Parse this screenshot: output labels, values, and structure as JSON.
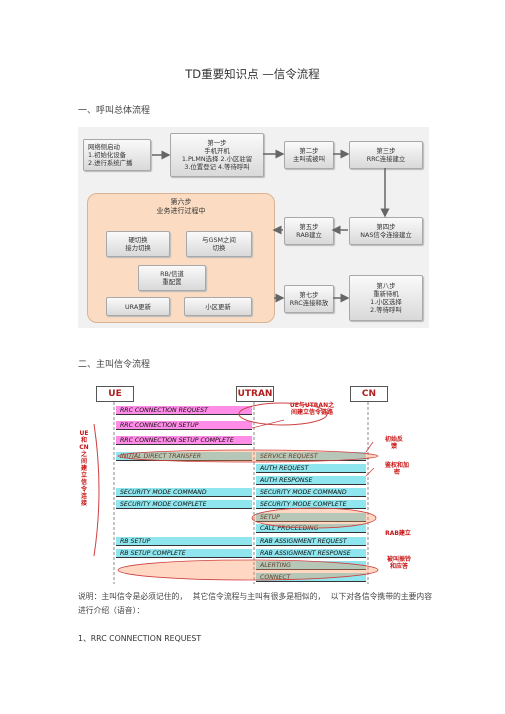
{
  "title": "TD重要知识点 —信令流程",
  "section1": "一、呼叫总体流程",
  "section2": "二、主叫信令流程",
  "flow": {
    "box_init": "网络侧启动\n1.初始化设备\n2.进行系统广播",
    "box_step1": "第一步\n手机开机\n1.PLMN选择 2.小区驻留\n3.位置登记   4.等待呼叫",
    "box_step2": "第二步\n主叫或被叫",
    "box_step3": "第三步\nRRC连接建立",
    "step6_title": "第六步\n业务进行过程中",
    "box_handover": "硬切换\n接力切换",
    "box_gsm": "与GSM之间\n切换",
    "box_rb": "RB/信道\n重配置",
    "box_ura": "URA更新",
    "box_cell": "小区更新",
    "box_step5": "第五步\nRAB建立",
    "box_step4": "第四步\nNAS信令连接建立",
    "box_step7": "第七步\nRRC连接释放",
    "box_step8": "第八步\n重新待机\n1.小区选择\n2.等待呼叫"
  },
  "seq": {
    "ue": "UE",
    "utran": "UTRAN",
    "cn": "CN",
    "left_note": "UE\n和\nCN\n之\n间\n建\n立\n信\n令\n连\n接",
    "note_rrc": "UE与UTRAN之\n间建立信令链路",
    "note_init": "初始反\n馈",
    "note_auth": "鉴权和加\n密",
    "note_rab": "RAB建立",
    "note_alert": "被叫振铃\n和应答",
    "m1": "RRC CONNECTION REQUEST",
    "m2": "RRC CONNECTION SETUP",
    "m3": "RRC CONNECTION SETUP COMPLETE",
    "m4": "INITIAL DIRECT TRANSFER",
    "m4b": "SERVICE REQUEST",
    "m5": "AUTH REQUEST",
    "m6": "AUTH RESPONSE",
    "m7a": "SECURITY MODE COMMAND",
    "m7b": "SECURITY MODE COMMAND",
    "m8a": "SECURITY MODE COMPLETE",
    "m8b": "SECURITY MODE COMPLETE",
    "m9": "SETUP",
    "m10": "CALL PROCEEDING",
    "m11a": "RB SETUP",
    "m11b": "RAB ASSIGNMENT REQUEST",
    "m12a": "RB SETUP COMPLETE",
    "m12b": "RAB ASSIGNMENT RESPONSE",
    "m13": "ALERTING",
    "m14": "CONNECT"
  },
  "body_text": "说明：主叫信令是必须记住的，    其它信令流程与主叫有很多是相似的，    以下对各信令携带的主要内容进行介绍（语音）：",
  "item1": "1、RRC CONNECTION REQUEST"
}
